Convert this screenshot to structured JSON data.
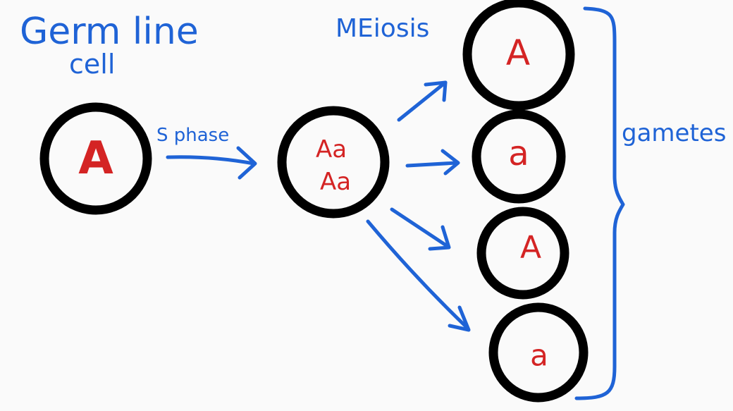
{
  "labels": {
    "germ_line_cell_line1": "Germ line",
    "germ_line_cell_line2": "cell",
    "s_phase": "S phase",
    "meiosis": "MEiosis",
    "gametes": "gametes"
  },
  "cells": {
    "germ_line": {
      "allele": "A"
    },
    "after_s_phase": {
      "line1": "Aa",
      "line2": "Aa"
    },
    "gametes": [
      {
        "allele": "A"
      },
      {
        "allele": "a"
      },
      {
        "allele": "A"
      },
      {
        "allele": "a"
      }
    ]
  },
  "colors": {
    "annotation": "#1f63d6",
    "allele": "#d42424",
    "cell_outline": "#000000",
    "background": "#fafafa"
  }
}
